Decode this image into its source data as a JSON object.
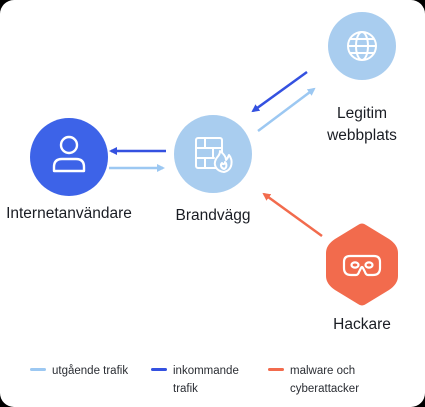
{
  "nodes": {
    "user": {
      "label": "Internetanvändare",
      "color": "#3D63E8",
      "icon": "user-icon"
    },
    "firewall": {
      "label": "Brandvägg",
      "color": "#A9CDEF",
      "icon": "firewall-icon"
    },
    "website": {
      "label_line1": "Legitim",
      "label_line2": "webbplats",
      "color": "#A9CDEF",
      "icon": "globe-icon"
    },
    "hacker": {
      "label": "Hackare",
      "color": "#F26B4D",
      "icon": "mask-icon"
    }
  },
  "legend": {
    "outgoing": {
      "label": "utgående trafik",
      "color": "#9CC8F2"
    },
    "incoming": {
      "label": "inkommande trafik",
      "color": "#3451E0"
    },
    "malware": {
      "label": "malware och cyberattacker",
      "color": "#F26B4D"
    }
  }
}
